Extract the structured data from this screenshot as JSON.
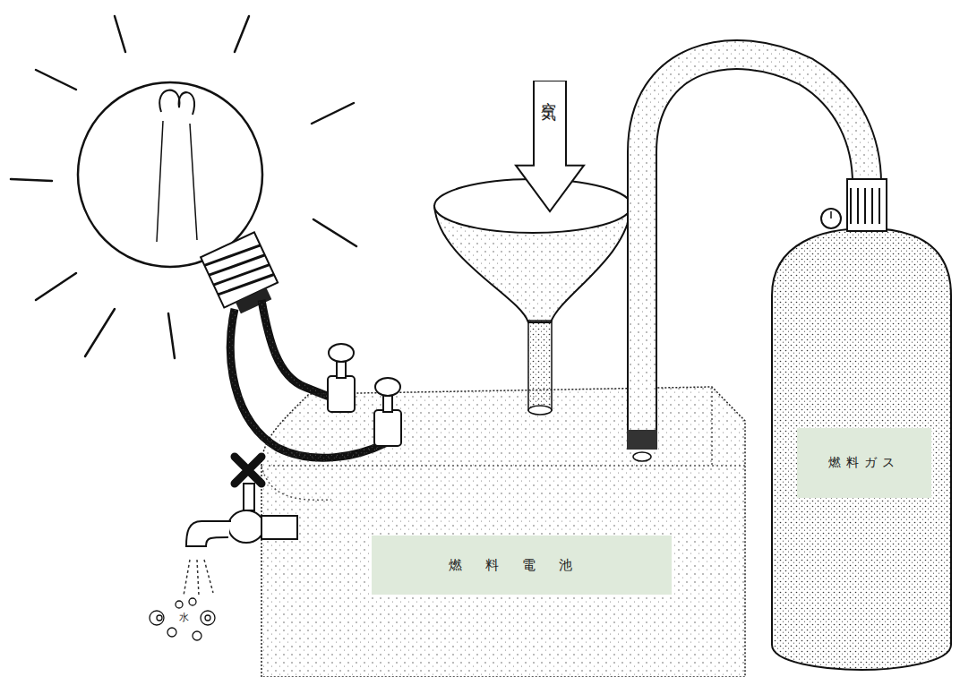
{
  "diagram": {
    "nodes": [
      {
        "text": [
          "空気"
        ]
      },
      {
        "text": [
          "燃料電池"
        ]
      },
      {
        "text": [
          "燃料ガス"
        ]
      }
    ],
    "labels": [
      "水"
    ]
  }
}
